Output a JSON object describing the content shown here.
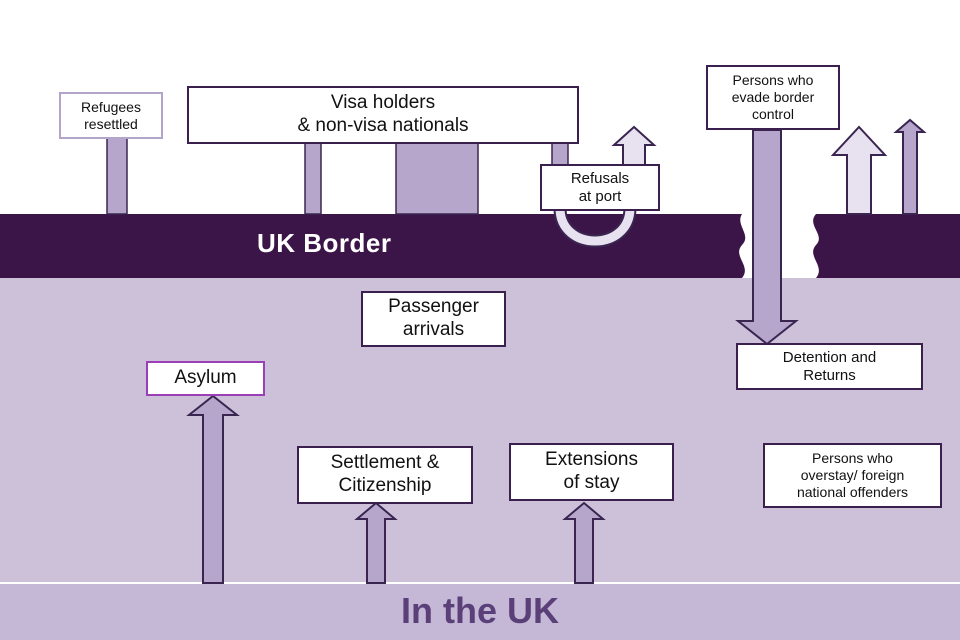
{
  "colors": {
    "border_band": "#3b1448",
    "uk_area": "#ccc1d8",
    "bottom_strip": "#c4b8d6",
    "bottom_text": "#5a3f78",
    "arrow_fill": "#b7a6cc",
    "arrow_light": "#e8e2f0",
    "arrow_stroke": "#3a2550",
    "asylum_border": "#9a3fb5",
    "refugees_border": "#b3a4c9"
  },
  "labels": {
    "uk_border": "UK Border",
    "in_the_uk": "In the UK",
    "refugees": "Refugees\nresettled",
    "visa_holders": "Visa holders\n& non-visa nationals",
    "refusals": "Refusals\nat port",
    "evade": "Persons who\nevade border\ncontrol",
    "passenger": "Passenger\narrivals",
    "asylum": "Asylum",
    "detention": "Detention and\nReturns",
    "settlement": "Settlement &\nCitizenship",
    "extensions": "Extensions\nof stay",
    "overstay": "Persons who\noverstay/ foreign\nnational offenders"
  },
  "icons": [
    "up-arrow-icon",
    "down-arrow-icon",
    "u-turn-arrow-icon"
  ]
}
